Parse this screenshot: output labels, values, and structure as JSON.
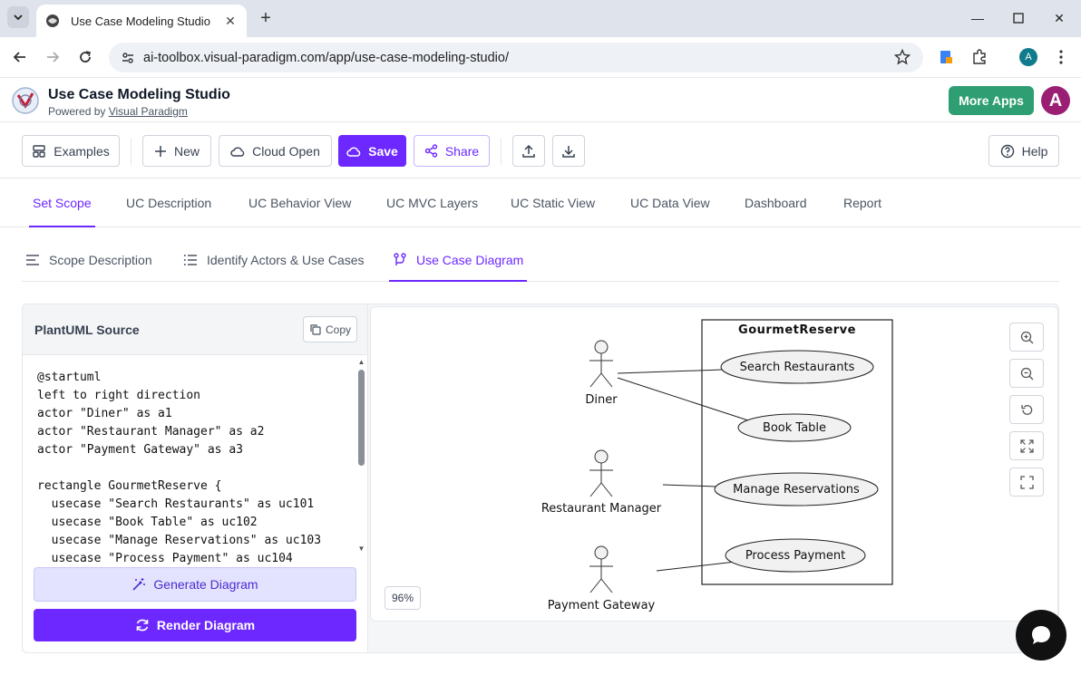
{
  "browser": {
    "tab_title": "Use Case Modeling Studio",
    "url": "ai-toolbox.visual-paradigm.com/app/use-case-modeling-studio/",
    "profile_initial": "A"
  },
  "app": {
    "title": "Use Case Modeling Studio",
    "powered_prefix": "Powered by",
    "powered_link": "Visual Paradigm",
    "more_apps": "More Apps",
    "user_initial": "A"
  },
  "toolbar": {
    "examples": "Examples",
    "new": "New",
    "cloud_open": "Cloud Open",
    "save": "Save",
    "share": "Share",
    "help": "Help"
  },
  "main_tabs": [
    "Set Scope",
    "UC Description",
    "UC Behavior View",
    "UC MVC Layers",
    "UC Static View",
    "UC Data View",
    "Dashboard",
    "Report"
  ],
  "sub_tabs": [
    "Scope Description",
    "Identify Actors & Use Cases",
    "Use Case Diagram"
  ],
  "source_panel": {
    "title": "PlantUML Source",
    "copy": "Copy",
    "code": "@startuml\nleft to right direction\nactor \"Diner\" as a1\nactor \"Restaurant Manager\" as a2\nactor \"Payment Gateway\" as a3\n\nrectangle GourmetReserve {\n  usecase \"Search Restaurants\" as uc101\n  usecase \"Book Table\" as uc102\n  usecase \"Manage Reservations\" as uc103\n  usecase \"Process Payment\" as uc104",
    "generate": "Generate Diagram",
    "render": "Render Diagram"
  },
  "diagram": {
    "system_name": "GourmetReserve",
    "actors": [
      "Diner",
      "Restaurant Manager",
      "Payment Gateway"
    ],
    "use_cases": [
      "Search Restaurants",
      "Book Table",
      "Manage Reservations",
      "Process Payment"
    ],
    "zoom_level": "96%"
  },
  "colors": {
    "accent": "#6d28ff",
    "more_apps": "#2f9e73",
    "avatar": "#9a1f73",
    "usecase_fill": "#f1f1f1"
  }
}
